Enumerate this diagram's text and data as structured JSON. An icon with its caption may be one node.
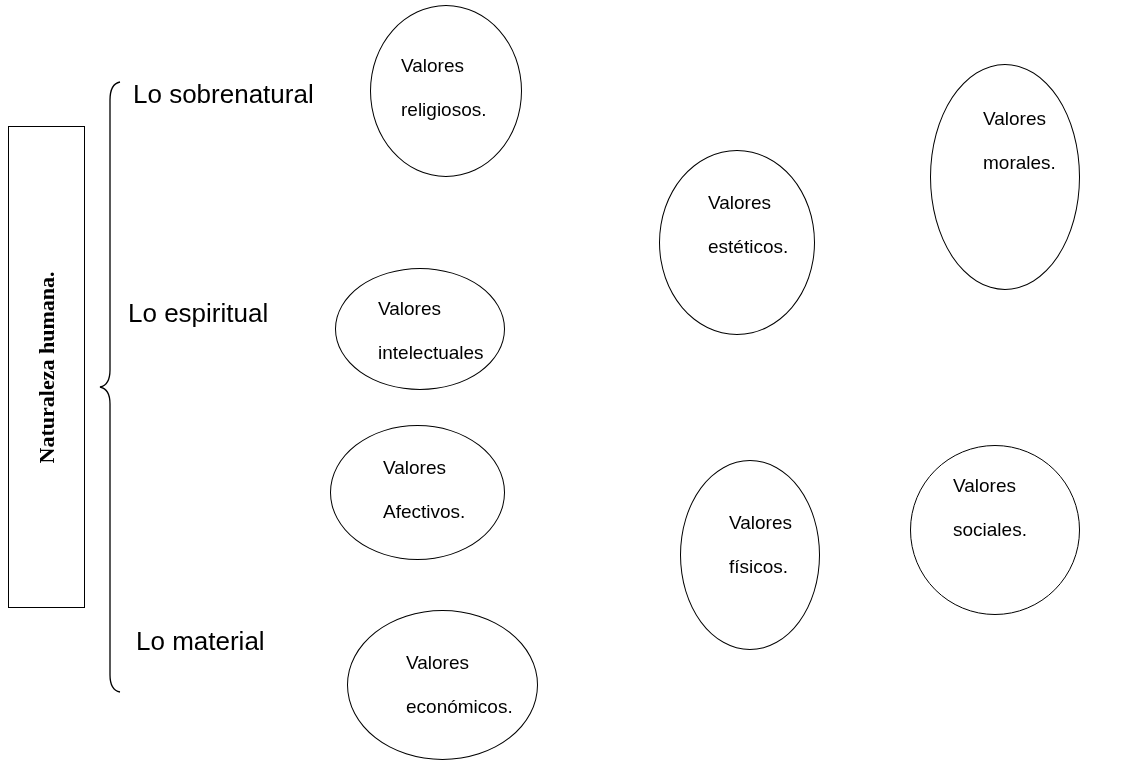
{
  "diagram": {
    "nodes": [
      {
        "text": [
          "Naturaleza humana."
        ]
      },
      {
        "text": [
          "Valores religiosos."
        ]
      },
      {
        "text": [
          "Valores estéticos."
        ]
      },
      {
        "text": [
          "Valores morales."
        ]
      },
      {
        "text": [
          "Valores intelectuales"
        ]
      },
      {
        "text": [
          "Valores Afectivos."
        ]
      },
      {
        "text": [
          "Valores físicos."
        ]
      },
      {
        "text": [
          "Valores sociales."
        ]
      },
      {
        "text": [
          "Valores económicos."
        ]
      }
    ],
    "edges": [],
    "labels": [
      "Lo sobrenatural",
      "Lo espiritual",
      "Lo material"
    ]
  }
}
